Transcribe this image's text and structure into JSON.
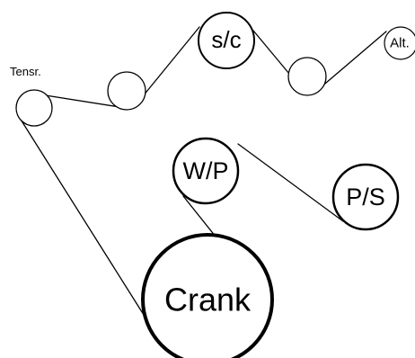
{
  "diagram": {
    "title": "",
    "colors": {
      "stroke": "#000000",
      "fill": "#ffffff"
    },
    "pulleys": {
      "tensioner": {
        "label": ""
      },
      "idler_left": {
        "label": ""
      },
      "supercharger": {
        "label": "s/c"
      },
      "idler_right": {
        "label": ""
      },
      "alternator": {
        "label": "Alt."
      },
      "water_pump": {
        "label": "W/P"
      },
      "power_steering": {
        "label": "P/S"
      },
      "crankshaft": {
        "label": "Crank"
      }
    },
    "tensioner_label": "Tensr."
  }
}
